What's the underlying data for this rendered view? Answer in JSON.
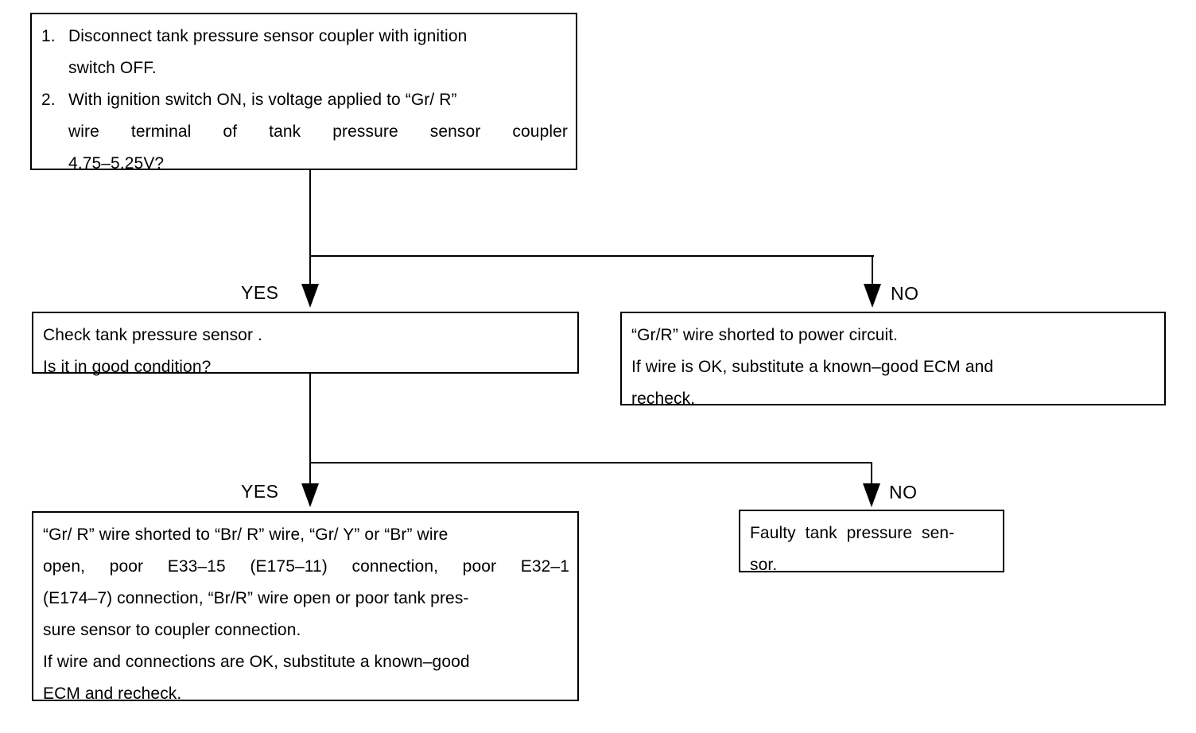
{
  "diagram": {
    "type": "troubleshooting-flowchart",
    "title": "Tank pressure sensor circuit diagnosis",
    "line_color": "#000000",
    "background_color": "#ffffff"
  },
  "boxes": {
    "top_question": {
      "steps": [
        {
          "number": "1.",
          "lines": [
            "Disconnect tank pressure sensor coupler with ignition",
            "switch OFF."
          ]
        },
        {
          "number": "2.",
          "lines": [
            "With ignition switch ON, is voltage applied to “Gr/ R”",
            "wire terminal of tank pressure sensor coupler",
            "4.75–5.25V?"
          ]
        }
      ]
    },
    "check_sensor": {
      "lines": [
        "Check tank pressure sensor .",
        "Is it in good condition?"
      ]
    },
    "shorted_power": {
      "lines": [
        "“Gr/R” wire shorted to power circuit.",
        "If wire is OK, substitute a known–good ECM and",
        "recheck."
      ]
    },
    "wire_fault": {
      "lines": [
        "“Gr/ R” wire shorted to “Br/ R” wire, “Gr/ Y” or “Br” wire",
        "open, poor E33–15 (E175–11) connection, poor E32–1",
        "(E174–7) connection, “Br/R” wire open or poor tank pres-",
        "sure sensor to coupler connection.",
        "If wire and connections are OK, substitute a known–good",
        "ECM and recheck."
      ]
    },
    "faulty_sensor": {
      "lines": [
        "Faulty  tank  pressure  sen-",
        "sor."
      ]
    }
  },
  "branches": {
    "first": {
      "yes": "YES",
      "no": "NO"
    },
    "second": {
      "yes": "YES",
      "no": "NO"
    }
  }
}
